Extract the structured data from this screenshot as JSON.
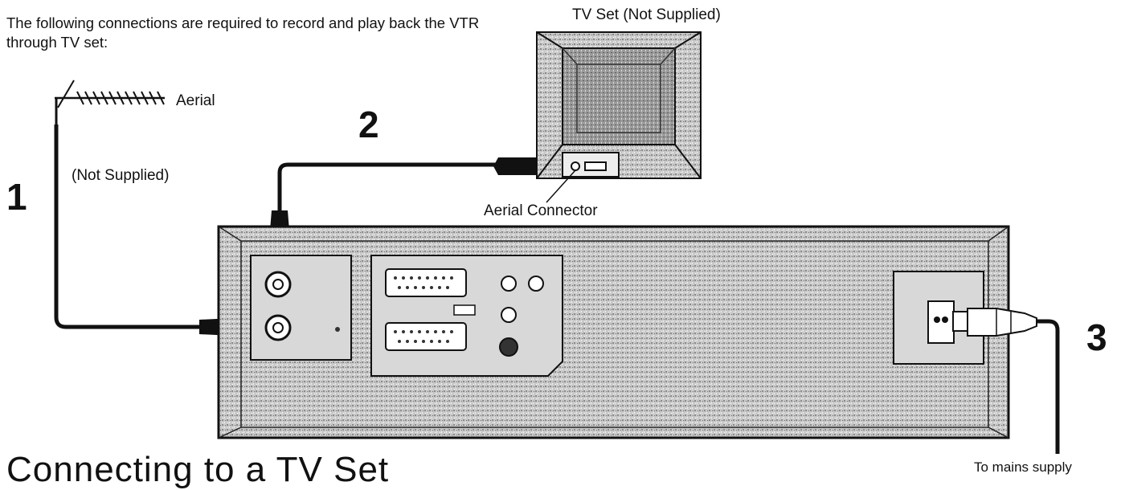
{
  "intro": "The following connections are required to record and play back the VTR through TV set:",
  "labels": {
    "tv_set": "TV Set (Not Supplied)",
    "aerial": "Aerial",
    "not_supplied": "(Not Supplied)",
    "aerial_connector": "Aerial Connector",
    "mains_supply": "To mains supply"
  },
  "steps": [
    "1",
    "2",
    "3"
  ],
  "heading": "Connecting to a TV Set"
}
